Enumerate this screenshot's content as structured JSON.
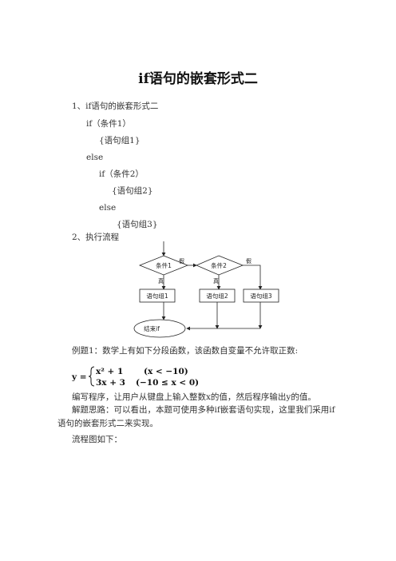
{
  "title": "if语句的嵌套形式二",
  "section1": {
    "heading": "1、if语句的嵌套形式二",
    "code": [
      "if（条件1）",
      "{语句组1}",
      "else",
      "if（条件2）",
      "{语句组2}",
      "else",
      "{语句组3}"
    ]
  },
  "section2": {
    "heading": "2、执行流程"
  },
  "flowchart": {
    "cond1": "条件1",
    "cond2": "条件2",
    "false_label_1": "假",
    "false_label_2": "假",
    "true_label_1": "真",
    "true_label_2": "真",
    "stmt1": "语句组1",
    "stmt2": "语句组2",
    "stmt3": "语句组3",
    "end": "结束if"
  },
  "example": {
    "intro": "例题1：数学上有如下分段函数，该函数自变量不允许取正数:",
    "formula": {
      "lhs": "y =",
      "case1_expr": "x² + 1",
      "case1_cond": "(x < −10)",
      "case2_expr": "3x + 3",
      "case2_cond": "(−10 ≤ x < 0)"
    },
    "task": "编写程序，让用户从键盘上输入整数x的值，然后程序输出y的值。",
    "hint": "解题思路：可以看出，本题可使用多种if嵌套语句实现，这里我们采用if语句的嵌套形式二来实现。",
    "flow_label": "流程图如下："
  }
}
